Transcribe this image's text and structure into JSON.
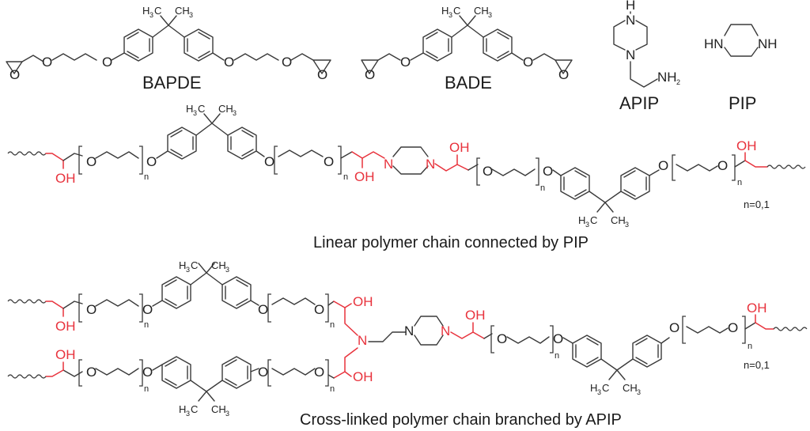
{
  "compounds": {
    "bapde": {
      "name": "BAPDE"
    },
    "bade": {
      "name": "BADE"
    },
    "apip": {
      "name": "APIP",
      "atoms": {
        "nh": "H",
        "n_top": "N",
        "n_bottom": "N",
        "nh2": "NH",
        "nh2_sub": "2"
      }
    },
    "pip": {
      "name": "PIP",
      "atoms": {
        "hn": "HN",
        "nh": "NH"
      }
    }
  },
  "atoms": {
    "oxygen": "O",
    "nitrogen": "N",
    "hydroxyl": "OH",
    "methyl_left": "H",
    "methyl_left_sub": "3",
    "methyl_left_c": "C",
    "methyl_right": "CH",
    "methyl_right_sub": "3",
    "repeat_n": "n"
  },
  "linear": {
    "caption": "Linear polymer chain connected by PIP",
    "n_note": "n=0,1"
  },
  "crosslinked": {
    "caption": "Cross-linked polymer chain branched by APIP",
    "n_note": "n=0,1"
  },
  "colors": {
    "bond": "#3a3a3a",
    "highlight": "#e8323c",
    "text": "#1a1a1a",
    "background": "#ffffff"
  }
}
